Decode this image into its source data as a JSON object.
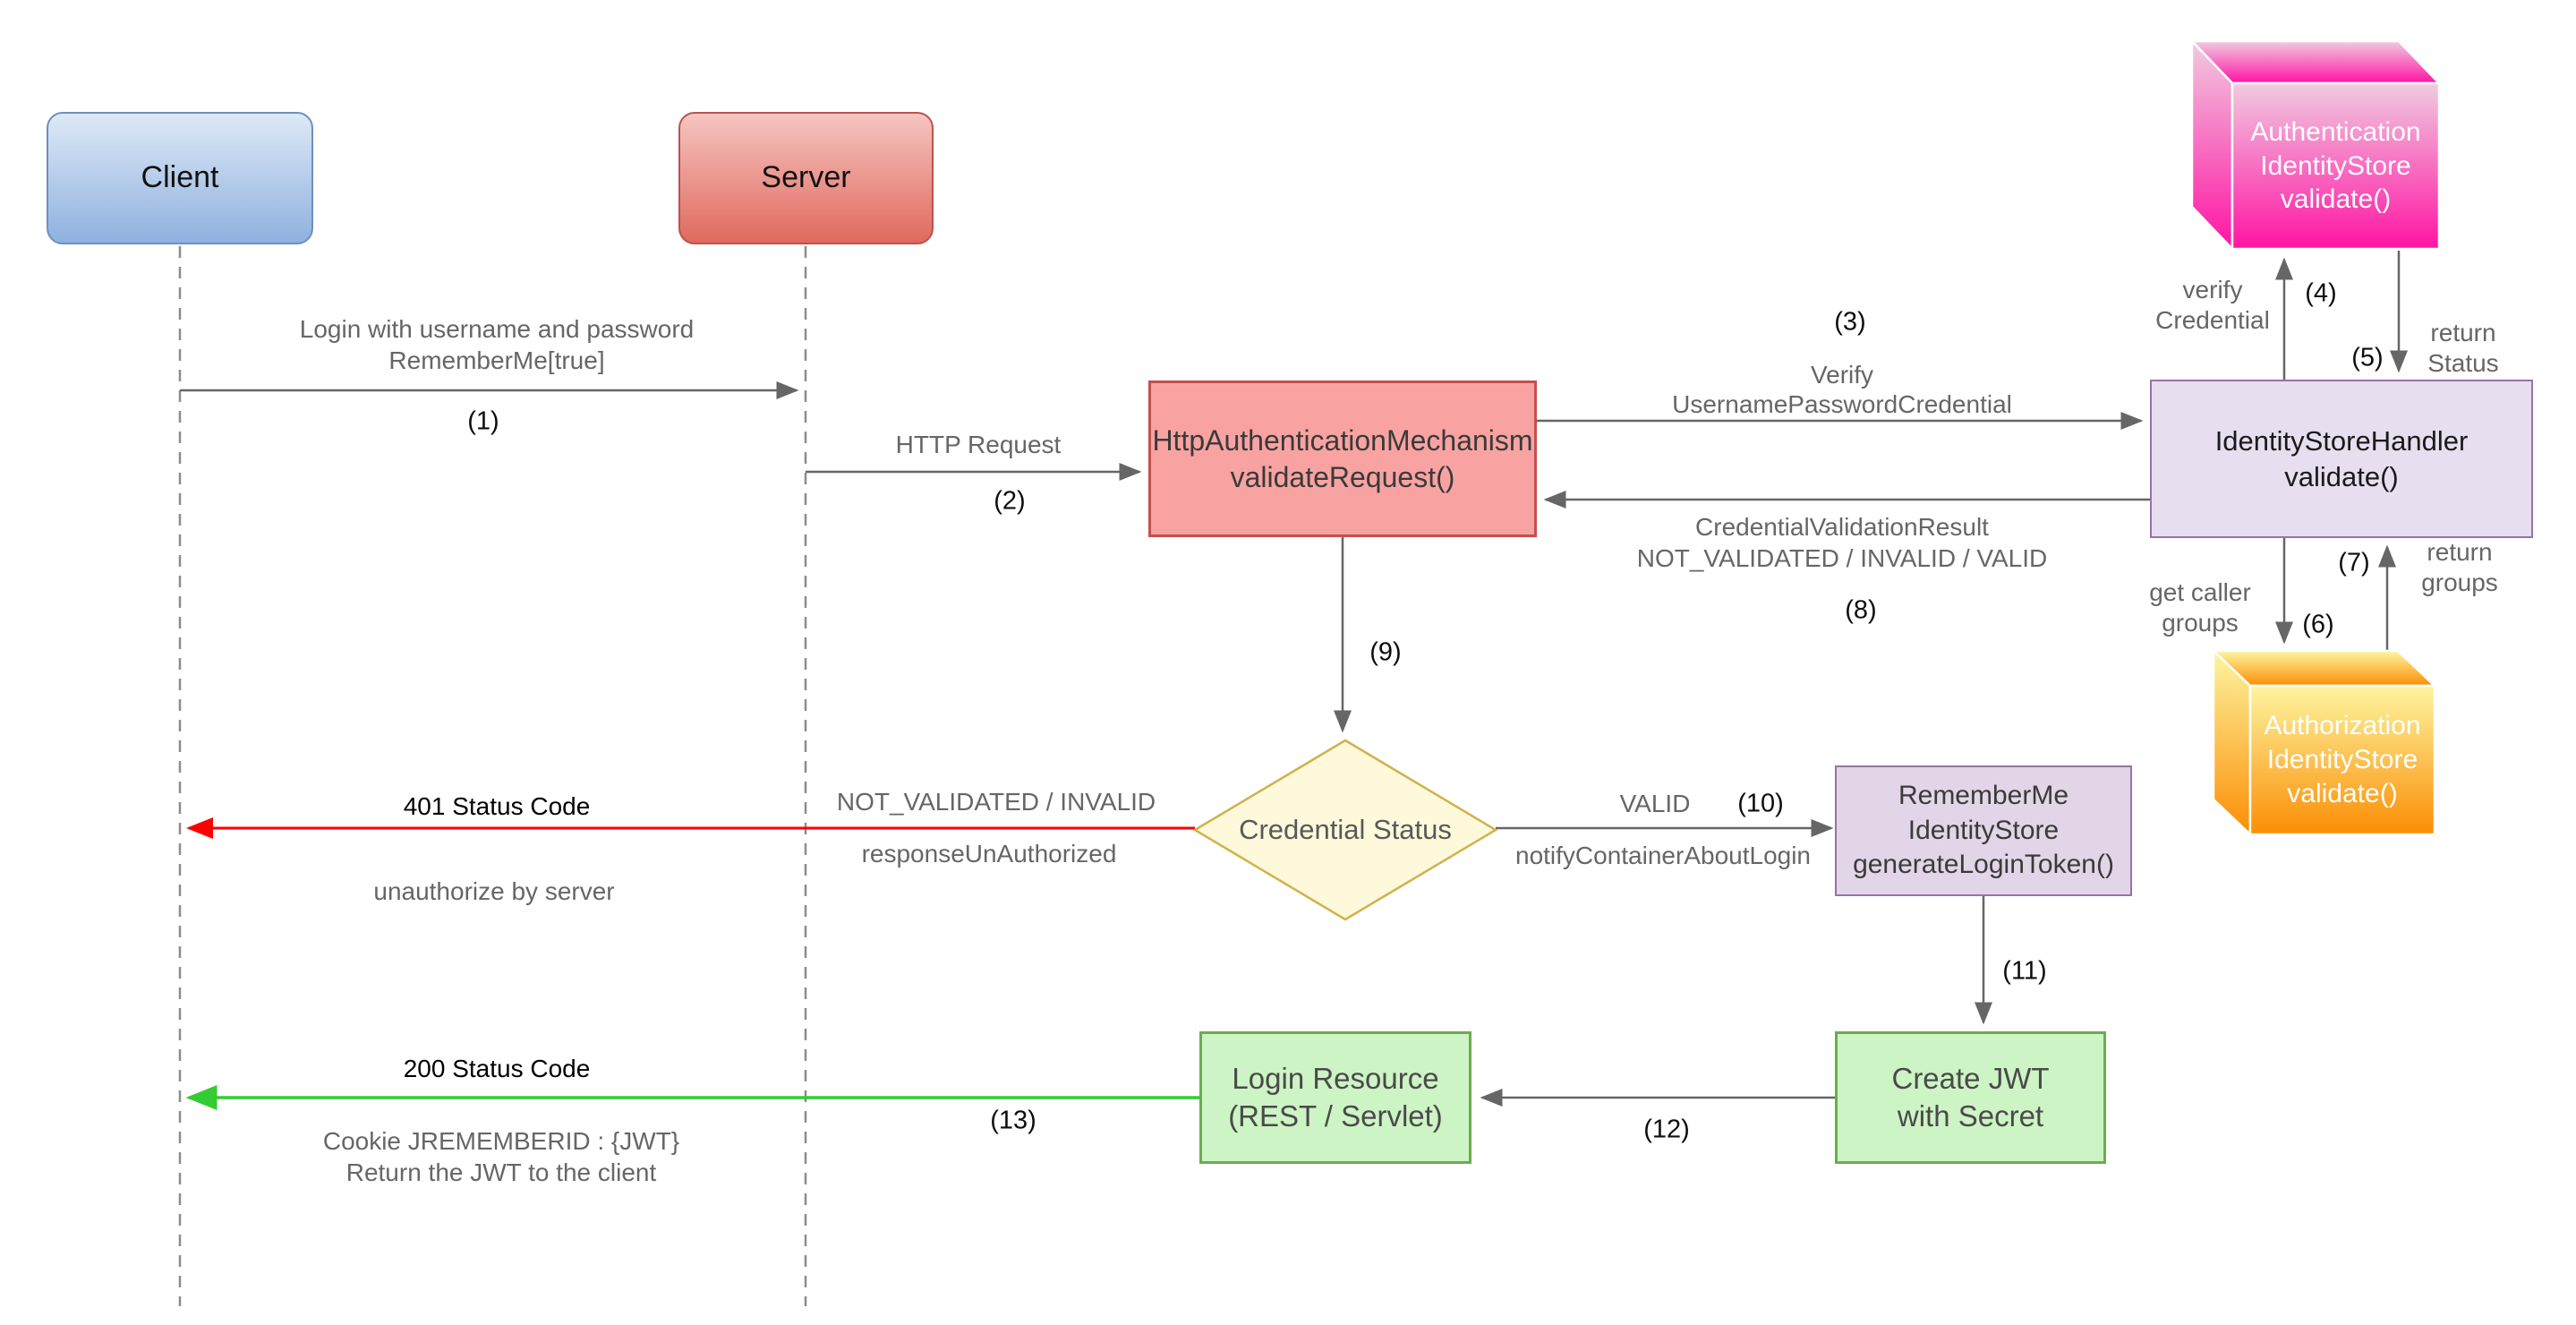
{
  "actors": {
    "client": "Client",
    "server": "Server"
  },
  "nodes": {
    "http_auth": {
      "l1": "HttpAuthenticationMechanism",
      "l2": "validateRequest()"
    },
    "identity_store_handler": {
      "l1": "IdentityStoreHandler",
      "l2": "validate()"
    },
    "auth_identity_store": {
      "l1": "Authentication",
      "l2": "IdentityStore",
      "l3": "validate()"
    },
    "authz_identity_store": {
      "l1": "Authorization",
      "l2": "IdentityStore",
      "l3": "validate()"
    },
    "remember_me": {
      "l1": "RememberMe",
      "l2": "IdentityStore",
      "l3": "generateLoginToken()"
    },
    "create_jwt": {
      "l1": "Create JWT",
      "l2": "with Secret"
    },
    "login_resource": {
      "l1": "Login Resource",
      "l2": "(REST / Servlet)"
    },
    "credential_status": "Credential Status"
  },
  "messages": {
    "m1": {
      "l1": "Login with username and password",
      "l2": "RememberMe[true]",
      "num": "(1)"
    },
    "m2": {
      "label": "HTTP Request",
      "num": "(2)"
    },
    "m3": {
      "num": "(3)",
      "l1": "Verify",
      "l2": "UsernamePasswordCredential"
    },
    "m4": {
      "l1": "verify",
      "l2": "Credential",
      "num": "(4)"
    },
    "m5": {
      "num": "(5)",
      "l1": "return",
      "l2": "Status"
    },
    "m6": {
      "l1": "get caller",
      "l2": "groups",
      "num": "(6)"
    },
    "m7": {
      "num": "(7)",
      "l1": "return",
      "l2": "groups"
    },
    "m8": {
      "l1": "CredentialValidationResult",
      "l2": "NOT_VALIDATED / INVALID / VALID",
      "num": "(8)"
    },
    "m9": {
      "num": "(9)"
    },
    "m10": {
      "result": "VALID",
      "num": "(10)",
      "below": "notifyContainerAboutLogin"
    },
    "m401": {
      "title": "401 Status Code",
      "above": "NOT_VALIDATED / INVALID",
      "below": "responseUnAuthorized",
      "caption": "unauthorize by server"
    },
    "m11": {
      "num": "(11)"
    },
    "m12": {
      "num": "(12)"
    },
    "m13": {
      "title": "200 Status Code",
      "num": "(13)",
      "l1": "Cookie JREMEMBERID : {JWT}",
      "l2": "Return the JWT to the client"
    }
  },
  "colors": {
    "arrow_gray": "#666666",
    "arrow_red": "#ff0000",
    "arrow_green": "#33cc33",
    "lifeline_gray": "#8c8c8c",
    "http_fill": "#f8a3a1",
    "http_border": "#c4504d",
    "purple_fill": "#e1d5e7",
    "purple_border": "#9673a6",
    "green_fill": "#cdf4c4",
    "green_border": "#6cab52",
    "diamond_fill": "#fdf9da",
    "diamond_border": "#d2b14c",
    "auth_cube_top": "#f0cbe0",
    "auth_cube_bottom": "#ff14a3",
    "authz_cube_top": "#fdf5a0",
    "authz_cube_bottom": "#fb8e05",
    "client_fill_top": "#dde9f7",
    "client_fill_bottom": "#8fb1de",
    "server_fill_top": "#f6c5c0",
    "server_fill_bottom": "#e0695e"
  }
}
